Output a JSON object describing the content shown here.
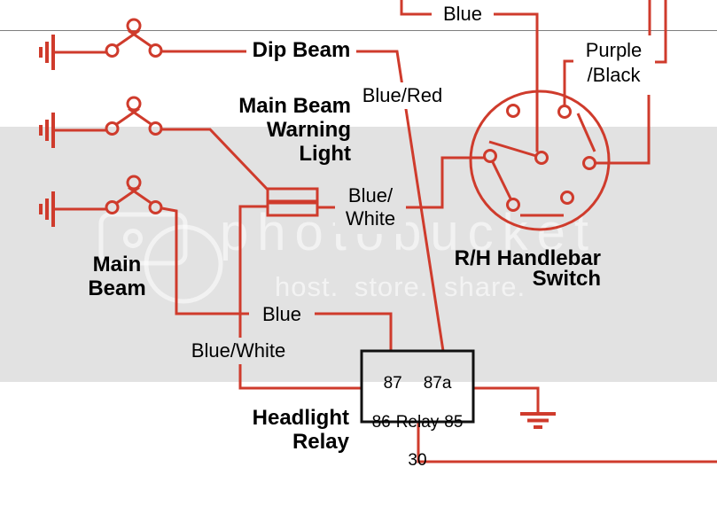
{
  "diagram": {
    "wire_labels": {
      "blue_top": "Blue",
      "purple_black_line1": "Purple",
      "purple_black_line2": "/Black",
      "blue_red": "Blue/Red",
      "fuse_line1": "Blue/",
      "fuse_line2": "White",
      "blue_mid": "Blue",
      "blue_white": "Blue/White"
    },
    "component_labels": {
      "dip_beam": "Dip Beam",
      "main_beam_warning_line1": "Main Beam",
      "main_beam_warning_line2": "Warning",
      "main_beam_warning_line3": "Light",
      "main_beam_line1": "Main",
      "main_beam_line2": "Beam",
      "handlebar_line1": "R/H Handlebar",
      "handlebar_line2": "Switch",
      "headlight_relay_line1": "Headlight",
      "headlight_relay_line2": "Relay"
    },
    "relay": {
      "pin_87": "87",
      "pin_87a": "87a",
      "pin_86": "86",
      "label": "Relay",
      "pin_85": "85",
      "pin_30": "30"
    },
    "watermark": {
      "brand": "photobucket",
      "tagline": "host. store. share."
    },
    "colors": {
      "wire_red": "#cf3b2c",
      "band_gray": "#e2e2e2"
    }
  }
}
